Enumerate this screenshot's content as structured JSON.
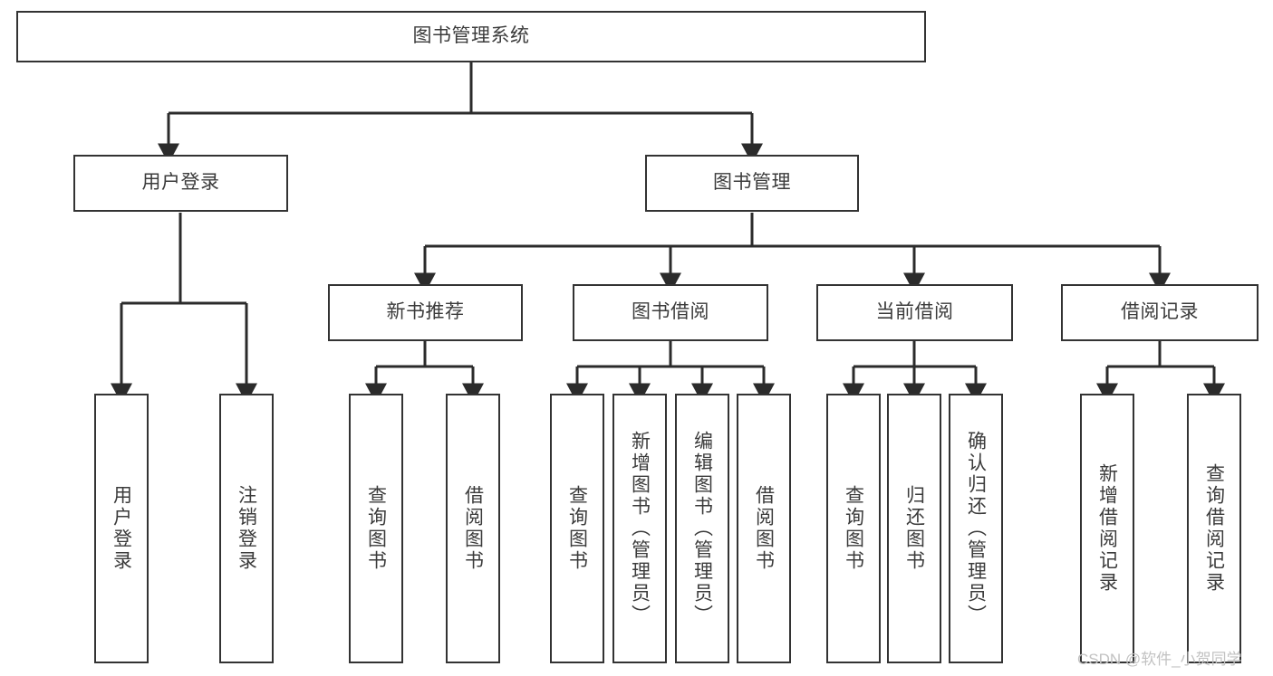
{
  "diagram": {
    "title": "图书管理系统",
    "type": "tree-hierarchy",
    "root": {
      "label": "图书管理系统"
    },
    "level2": [
      {
        "label": "用户登录"
      },
      {
        "label": "图书管理"
      }
    ],
    "level3": [
      {
        "label": "新书推荐"
      },
      {
        "label": "图书借阅"
      },
      {
        "label": "当前借阅"
      },
      {
        "label": "借阅记录"
      }
    ],
    "leaves": {
      "user_login": [
        {
          "label": "用户登录"
        },
        {
          "label": "注销登录"
        }
      ],
      "new_book_recommend": [
        {
          "label": "查询图书"
        },
        {
          "label": "借阅图书"
        }
      ],
      "book_borrow": [
        {
          "label": "查询图书"
        },
        {
          "label": "新增图书（管理员）"
        },
        {
          "label": "编辑图书（管理员）"
        },
        {
          "label": "借阅图书"
        }
      ],
      "current_borrow": [
        {
          "label": "查询图书"
        },
        {
          "label": "归还图书"
        },
        {
          "label": "确认归还（管理员）"
        }
      ],
      "borrow_record": [
        {
          "label": "新增借阅记录"
        },
        {
          "label": "查询借阅记录"
        }
      ]
    }
  },
  "watermark": {
    "text": "CSDN @软件_小贺同学"
  },
  "colors": {
    "background": "#ffffff",
    "box_border": "#333333",
    "box_fill": "#ffffff",
    "text": "#3b3b3b",
    "connector": "#2b2b2b",
    "watermark": "#c2c2c2"
  }
}
